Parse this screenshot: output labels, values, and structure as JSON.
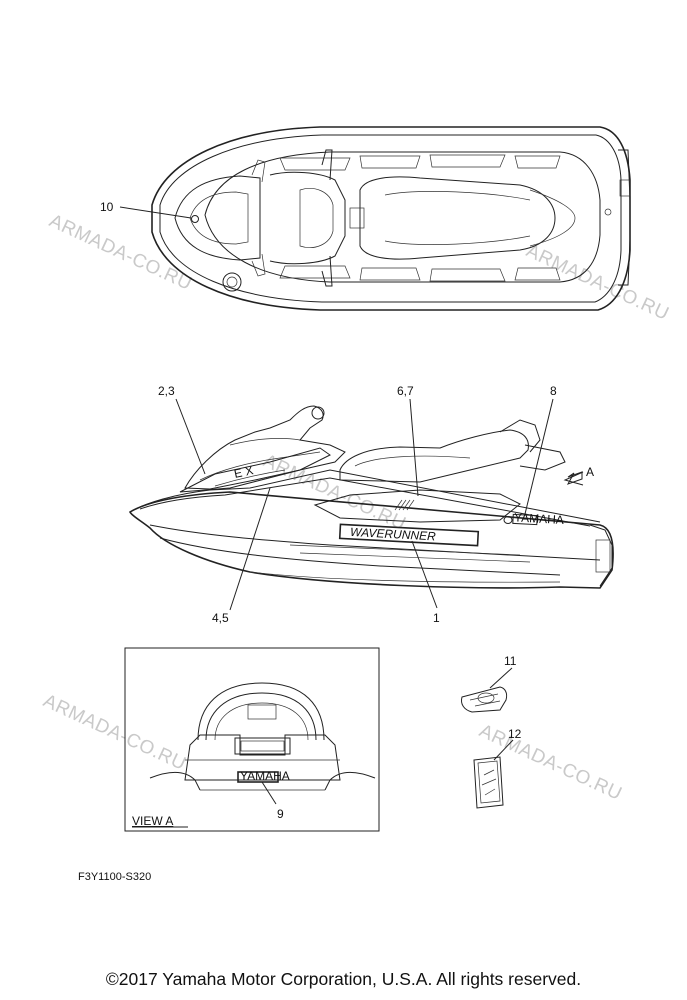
{
  "watermark": "ARMADA-CO.RU",
  "callouts": {
    "c1": "1",
    "c23": "2,3",
    "c45": "4,5",
    "c67": "6,7",
    "c8": "8",
    "c9": "9",
    "c10": "10",
    "c11": "11",
    "c12": "12",
    "arrow_a": "A"
  },
  "decals": {
    "waverunner": "WAVERUNNER",
    "yamaha": "YAMAHA"
  },
  "view_a_label": "VIEW A",
  "diagram_code": "F3Y1100-S320",
  "copyright": "©2017 Yamaha Motor Corporation, U.S.A. All rights reserved."
}
